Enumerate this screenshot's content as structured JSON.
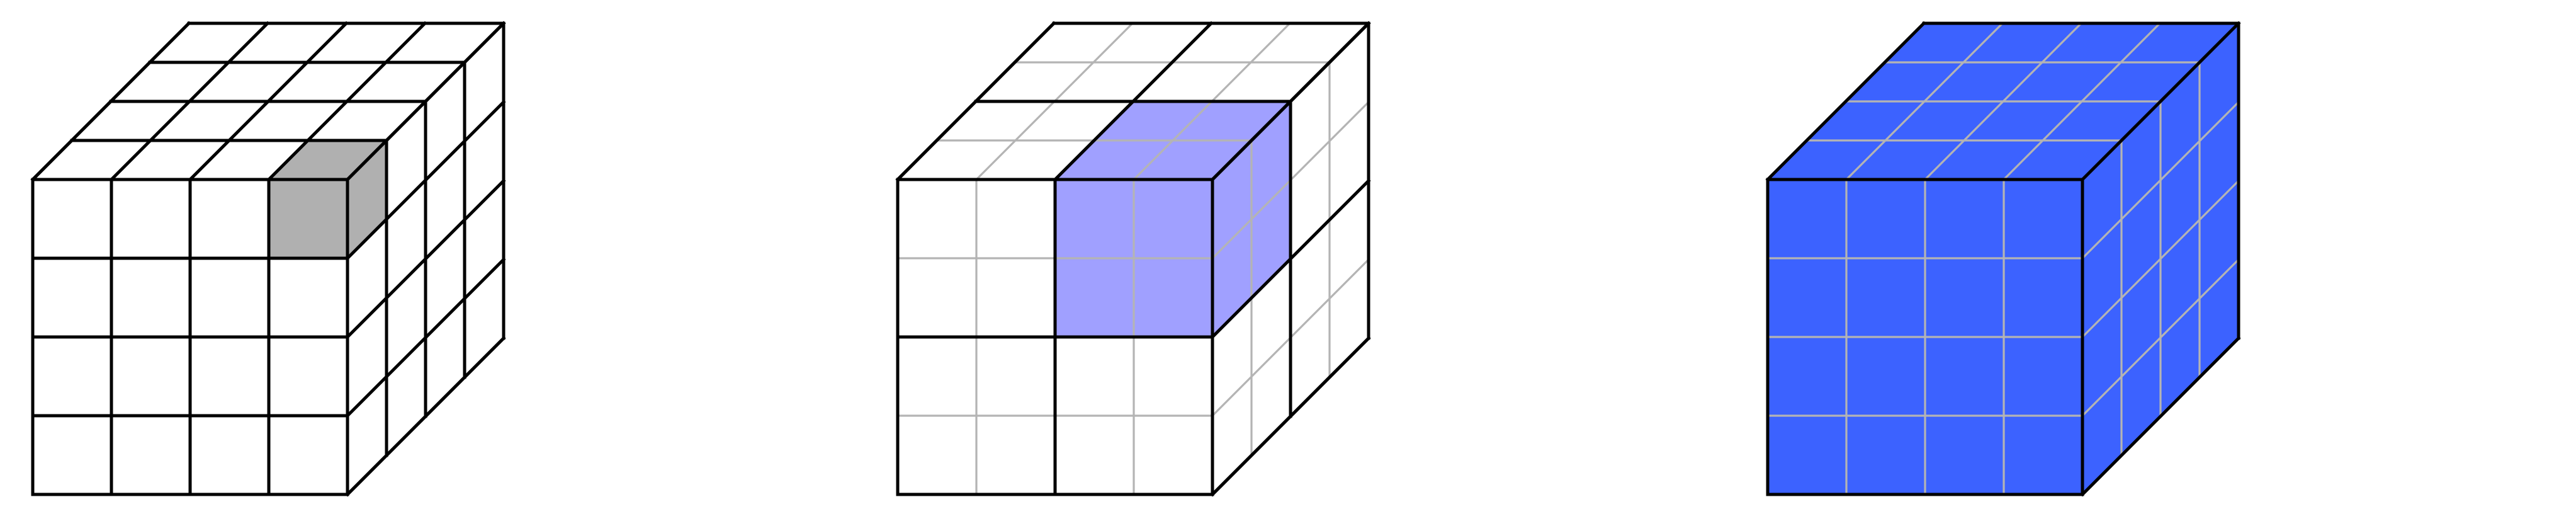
{
  "figure": {
    "panels": [
      {
        "id": "unit-cubes",
        "grid": {
          "width": 4,
          "height": 4,
          "depth": 4
        },
        "line_color": "#000000",
        "face_fill": "#ffffff",
        "highlight": {
          "column": 3,
          "row": 0,
          "depth": 0,
          "fill": "#b0b0b0"
        }
      },
      {
        "id": "two-by-two-blocks",
        "grid": {
          "width": 4,
          "height": 4,
          "depth": 4
        },
        "block_size": 2,
        "fine_line_color": "#b4b4b4",
        "line_color": "#000000",
        "face_fill": "#ffffff",
        "highlight": {
          "column": 2,
          "row": 0,
          "depth": 2,
          "width": 2,
          "height": 2,
          "front_fill": "#a0a0ff",
          "top_fill": "#a0a0ff",
          "side_fill": "#a0a0ff"
        }
      },
      {
        "id": "whole-block",
        "grid": {
          "width": 4,
          "height": 4,
          "depth": 4
        },
        "line_color": "#000000",
        "fine_line_color": "#b4b4b4",
        "face_fill": "#3c62ff"
      }
    ]
  }
}
